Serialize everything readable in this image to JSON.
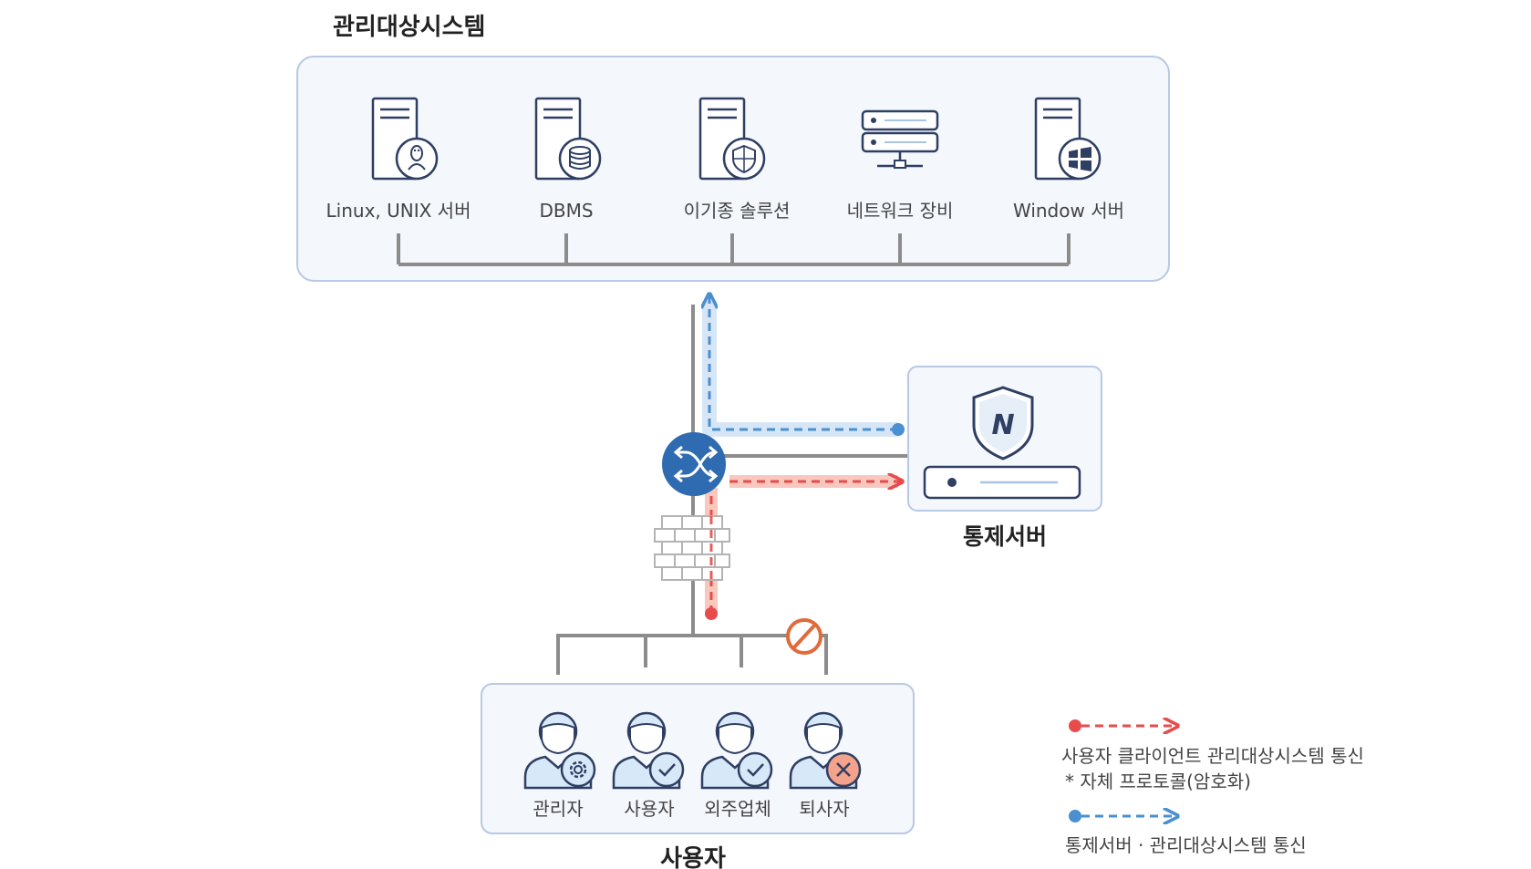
{
  "managed_system": {
    "title": "관리대상시스템",
    "items": [
      {
        "label": "Linux, UNIX 서버",
        "icon": "linux-server-icon"
      },
      {
        "label": "DBMS",
        "icon": "database-server-icon"
      },
      {
        "label": "이기종 솔루션",
        "icon": "security-solution-server-icon"
      },
      {
        "label": "네트워크 장비",
        "icon": "network-device-icon"
      },
      {
        "label": "Window 서버",
        "icon": "windows-server-icon"
      }
    ]
  },
  "control_server": {
    "title": "통제서버",
    "icon": "n-shield-icon"
  },
  "users": {
    "title": "사용자",
    "items": [
      {
        "label": "관리자",
        "badge": "gear-icon"
      },
      {
        "label": "사용자",
        "badge": "check-icon"
      },
      {
        "label": "외주업체",
        "badge": "check-icon"
      },
      {
        "label": "퇴사자",
        "badge": "x-icon"
      }
    ]
  },
  "legend": {
    "red_line1": "사용자 클라이언트 관리대상시스템 통신",
    "red_line2": "* 자체 프로토콜(암호화)",
    "blue_line1": "통제서버 · 관리대상시스템 통신"
  },
  "colors": {
    "panel_fill": "#f4f7fc",
    "panel_stroke": "#b7c9e4",
    "icon_stroke": "#2f3f63",
    "icon_fill": "#ffffff",
    "user_fill": "#d7e8f9",
    "line_gray": "#8c8c8c",
    "red": "#e84b4b",
    "red_halo": "#f8c8bf",
    "blue": "#4a90d0",
    "blue_halo": "#d6e6f6",
    "switch": "#2f6bb0",
    "blocked": "#e06a3a"
  }
}
